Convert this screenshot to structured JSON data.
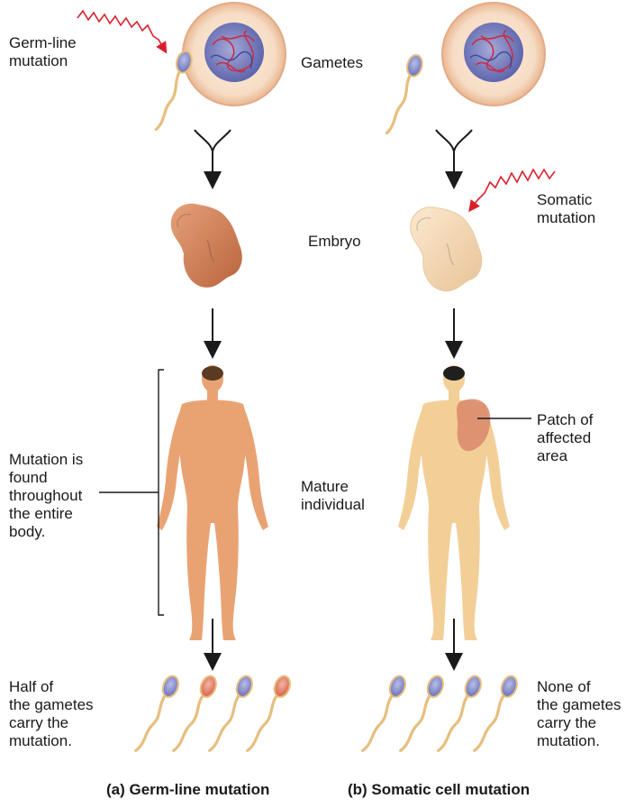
{
  "labels": {
    "germ_line_mutation": [
      "Germ-line",
      "mutation"
    ],
    "gametes": "Gametes",
    "somatic_mutation": [
      "Somatic",
      "mutation"
    ],
    "embryo": "Embryo",
    "mutation_found": [
      "Mutation is",
      "found",
      "throughout",
      "the entire",
      "body."
    ],
    "mature_individual": [
      "Mature",
      "individual"
    ],
    "patch_affected": [
      "Patch of",
      "affected",
      "area"
    ],
    "half_gametes": [
      "Half of",
      "the gametes",
      "carry the",
      "mutation."
    ],
    "none_gametes": [
      "None of",
      "the gametes",
      "carry the",
      "mutation."
    ]
  },
  "captions": {
    "a": "(a) Germ-line mutation",
    "b": "(b) Somatic cell mutation"
  },
  "colors": {
    "mutation_arrow": "#d9202a",
    "egg_fill": "#f6dcc4",
    "nucleus": "#7f86c2",
    "sperm_tail": "#e7be7e",
    "embryo_normal": "#d48a5e",
    "embryo_pale": "#f4dcbc",
    "skin_a": "#e9a373",
    "skin_b": "#f3cf98",
    "patch": "#d9876a",
    "mutant_sperm_head": "#e07a68"
  },
  "icons": [
    "egg-cell-icon",
    "sperm-icon",
    "embryo-icon",
    "human-figure-icon",
    "zigzag-mutation-arrow-icon",
    "merge-arrow-icon",
    "down-arrow-icon",
    "bracket"
  ]
}
